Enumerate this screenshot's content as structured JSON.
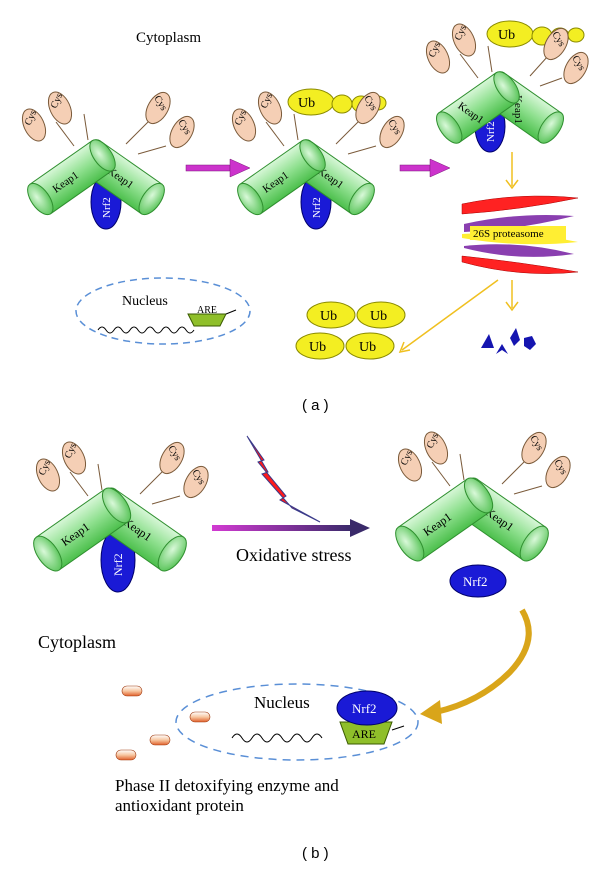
{
  "panel_a": {
    "cytoplasm_label": "Cytoplasm",
    "nucleus_label": "Nucleus",
    "are_label": "ARE",
    "proteasome_label": "26S proteasome",
    "panel_label": "( a )",
    "complexes": [
      {
        "keap_left": "Keap1",
        "keap_right": "Keap1",
        "nrf2": "Nrf2",
        "cys": [
          "Cys",
          "Cys",
          "Cys",
          "Cys"
        ]
      },
      {
        "keap_left": "Keap1",
        "keap_right": "Keap1",
        "nrf2": "Nrf2",
        "cys": [
          "Cys",
          "Cys",
          "Cys",
          "Cys"
        ],
        "ub": "Ub"
      },
      {
        "keap_left": "Keap1",
        "keap_right": "Keap1",
        "nrf2": "Nrf2",
        "cys": [
          "Cys",
          "Cys",
          "Cys",
          "Cys"
        ],
        "ub": "Ub"
      }
    ],
    "ub_pool": [
      "Ub",
      "Ub",
      "Ub",
      "Ub"
    ]
  },
  "panel_b": {
    "stimulus_label": "Oxidative stress",
    "cytoplasm_label": "Cytoplasm",
    "nucleus_label": "Nucleus",
    "are_label": "ARE",
    "nrf2_free": "Nrf2",
    "nrf2_bound": "Nrf2",
    "product_line1": "Phase II detoxifying enzyme and",
    "product_line2": "antioxidant protein",
    "panel_label": "( b )",
    "complexes": [
      {
        "keap_left": "Keap1",
        "keap_right": "Keap1",
        "nrf2": "Nrf2",
        "cys": [
          "Cys",
          "Cys",
          "Cys",
          "Cys"
        ]
      },
      {
        "keap_left": "Keap1",
        "keap_right": "Keap1",
        "cys": [
          "Cys",
          "Cys",
          "Cys",
          "Cys"
        ]
      }
    ]
  },
  "colors": {
    "keap_green": "#9be79b",
    "keap_dark": "#2f8f2f",
    "cys_fill": "#f5cfb5",
    "nrf2_blue": "#1a1ad6",
    "ub_yellow": "#f3ee22",
    "arrow_magenta": "#cc33cc",
    "arrow_yellow": "#f0c020",
    "arrow_gold": "#d9a51a",
    "bolt_red": "#ff1a1a",
    "proteasome_red": "#ff2222",
    "proteasome_purple": "#7a3fb0",
    "nucleus_dash": "#5a8fd6",
    "are_green": "#8fbf2a",
    "fragment_blue": "#1515b0",
    "enzyme_orange": "#e8602a"
  }
}
